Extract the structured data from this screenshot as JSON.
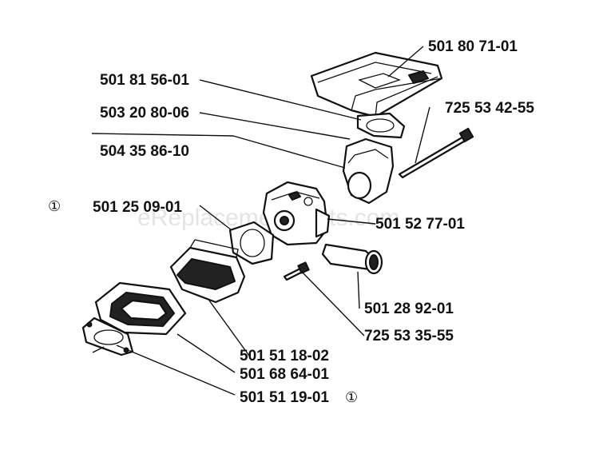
{
  "watermark": "eReplacementParts.com",
  "parts": {
    "p1": "501 80 71-01",
    "p2": "501 81 56-01",
    "p3": "725 53 42-55",
    "p4": "503 20 80-06",
    "p5": "504 35 86-10",
    "p6": "501 25 09-01",
    "p7": "501 52 77-01",
    "p8": "501 28 92-01",
    "p9": "725 53 35-55",
    "p10": "501 51 18-02",
    "p11": "501 68 64-01",
    "p12": "501 51 19-01"
  },
  "symbols": {
    "note_left": "①",
    "note_right": "①"
  }
}
